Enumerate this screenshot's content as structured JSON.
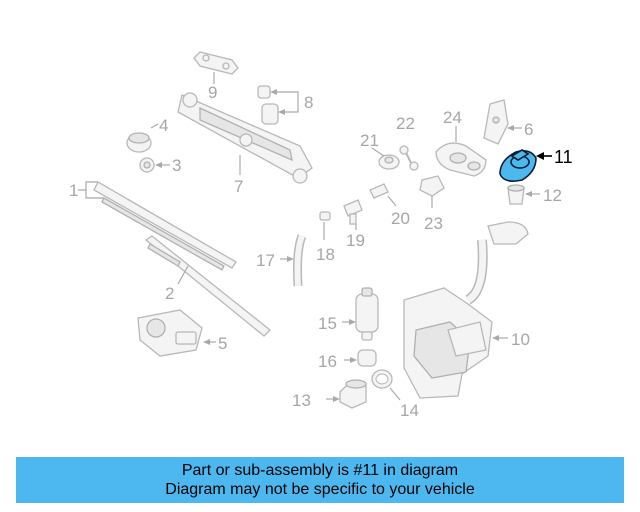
{
  "diagram": {
    "callouts": [
      "1",
      "2",
      "3",
      "4",
      "5",
      "6",
      "7",
      "8",
      "9",
      "10",
      "11",
      "12",
      "13",
      "14",
      "15",
      "16",
      "17",
      "18",
      "19",
      "20",
      "21",
      "22",
      "23",
      "24"
    ],
    "highlighted": "11"
  },
  "colors": {
    "highlight": "#4cb8ee",
    "banner": "#4db8f0",
    "linework": "#b8b8b8"
  },
  "banner": {
    "line1": "Part or sub-assembly is #11 in diagram",
    "line2": "Diagram may not be specific to your vehicle"
  }
}
